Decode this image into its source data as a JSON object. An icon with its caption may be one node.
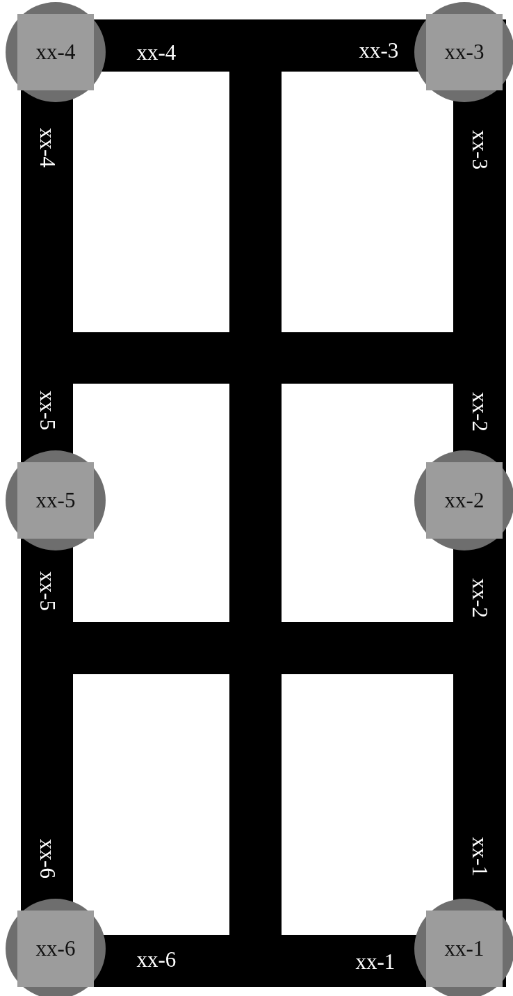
{
  "diagram": {
    "nodes": [
      {
        "text": [
          "xx-4"
        ],
        "beside": [
          "xx-4",
          "xx-4"
        ]
      },
      {
        "text": [
          "xx-3"
        ],
        "beside": [
          "xx-3",
          "xx-3"
        ]
      },
      {
        "text": [
          "xx-5"
        ],
        "beside": [
          "xx-5",
          "xx-5"
        ]
      },
      {
        "text": [
          "xx-2"
        ],
        "beside": [
          "xx-2",
          "xx-2"
        ]
      },
      {
        "text": [
          "xx-6"
        ],
        "beside": [
          "xx-6",
          "xx-6"
        ]
      },
      {
        "text": [
          "xx-1"
        ],
        "beside": [
          "xx-1",
          "xx-1"
        ]
      }
    ]
  }
}
